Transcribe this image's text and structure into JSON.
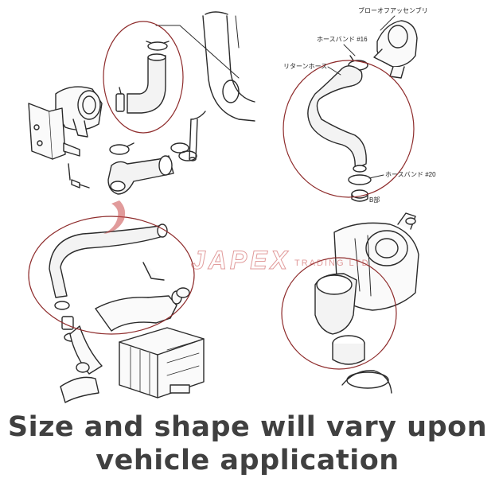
{
  "labels": {
    "blowoff_assembly": "ブローオフアッセンブリ",
    "hose_band_16": "ホースバンド #16",
    "return_hose": "リターンホース",
    "hose_band_20": "ホースバンド #20",
    "part_b": "B部"
  },
  "watermark": {
    "brand": "JAPEX",
    "subtitle": "TRADING LTD"
  },
  "caption": {
    "line1": "Size and shape will vary upon",
    "line2": "vehicle application"
  },
  "colors": {
    "line": "#2a2a2a",
    "hose_fill": "#f3f3f3",
    "highlight_circle": "#8e2b2b",
    "watermark": "#c94a4a",
    "caption": "#404040"
  }
}
